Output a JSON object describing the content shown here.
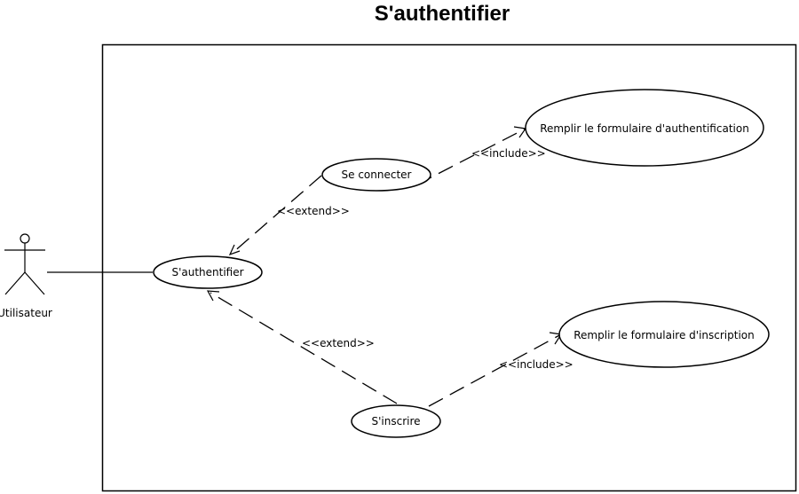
{
  "title": "S'authentifier",
  "actor": {
    "name": "Utilisateur"
  },
  "use_cases": {
    "authentifier": "S'authentifier",
    "connecter": "Se connecter",
    "inscrire": "S'inscrire",
    "form_auth": "Remplir le formulaire d'authentification",
    "form_inscription": "Remplir le formulaire d'inscription"
  },
  "relations": {
    "extend_connecter": "<<extend>>",
    "extend_inscrire": "<<extend>>",
    "include_auth": "<<include>>",
    "include_inscription": "<<include>>"
  }
}
